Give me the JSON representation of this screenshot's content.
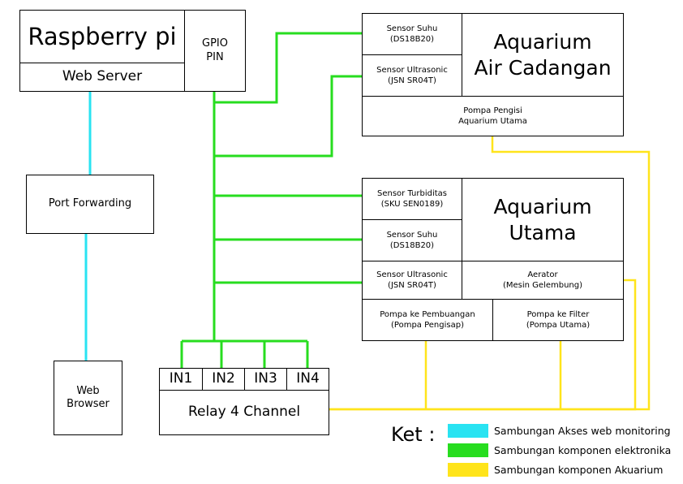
{
  "colors": {
    "cyan": "#29e3f2",
    "green": "#27dd1f",
    "yellow": "#ffe41b"
  },
  "nodes": {
    "raspberry_pi": "Raspberry pi",
    "web_server": "Web Server",
    "gpio_pin": "GPIO\nPIN",
    "port_forwarding": "Port Forwarding",
    "web_browser": "Web\nBrowser",
    "relay_in1": "IN1",
    "relay_in2": "IN2",
    "relay_in3": "IN3",
    "relay_in4": "IN4",
    "relay_title": "Relay 4 Channel",
    "reserve_tank": {
      "title": "Aquarium\nAir Cadangan",
      "sensor_suhu": "Sensor Suhu\n(DS18B20)",
      "sensor_ultrasonic": "Sensor Ultrasonic\n(JSN SR04T)",
      "pompa_pengisi": "Pompa Pengisi\nAquarium Utama"
    },
    "main_tank": {
      "title": "Aquarium\nUtama",
      "sensor_turbiditas": "Sensor Turbiditas\n(SKU SEN0189)",
      "sensor_suhu": "Sensor Suhu\n(DS18B20)",
      "sensor_ultrasonic": "Sensor Ultrasonic\n(JSN SR04T)",
      "aerator": "Aerator\n(Mesin Gelembung)",
      "pompa_pembuangan": "Pompa ke Pembuangan\n(Pompa Pengisap)",
      "pompa_filter": "Pompa ke Filter\n(Pompa Utama)"
    }
  },
  "legend": {
    "title": "Ket :",
    "items": [
      {
        "label": "Sambungan Akses web monitoring",
        "color": "#29e3f2"
      },
      {
        "label": "Sambungan komponen elektronika",
        "color": "#27dd1f"
      },
      {
        "label": "Sambungan komponen Akuarium",
        "color": "#ffe41b"
      }
    ]
  }
}
